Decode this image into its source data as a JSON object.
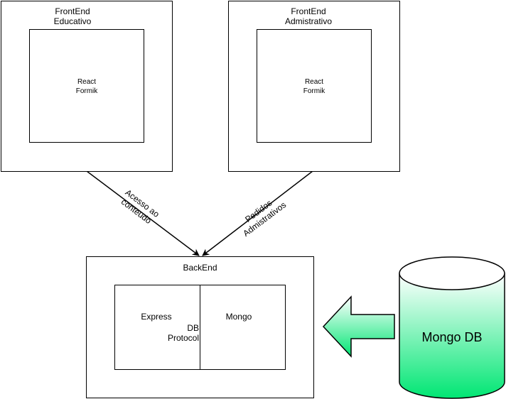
{
  "frontend_educativo": {
    "title_line1": "FrontEnd",
    "title_line2": "Educativo",
    "inner_line1": "React",
    "inner_line2": "Formik"
  },
  "frontend_admin": {
    "title_line1": "FrontEnd",
    "title_line2": "Admistrativo",
    "inner_line1": "React",
    "inner_line2": "Formik"
  },
  "edges": {
    "left_line1": "Acesso ao",
    "left_line2": "conteudo",
    "right_line1": "Pedidos",
    "right_line2": "Admistrativos"
  },
  "backend": {
    "title": "BackEnd",
    "left_module": "Express",
    "protocol_line1": "DB",
    "protocol_line2": "Protocol",
    "right_module": "Mongo"
  },
  "database": {
    "label": "Mongo DB"
  },
  "colors": {
    "db_fill_top": "#ffffff",
    "db_fill_bottom": "#00e673",
    "arrow_fill_top": "#ffffff",
    "arrow_fill_bottom": "#00e673"
  }
}
